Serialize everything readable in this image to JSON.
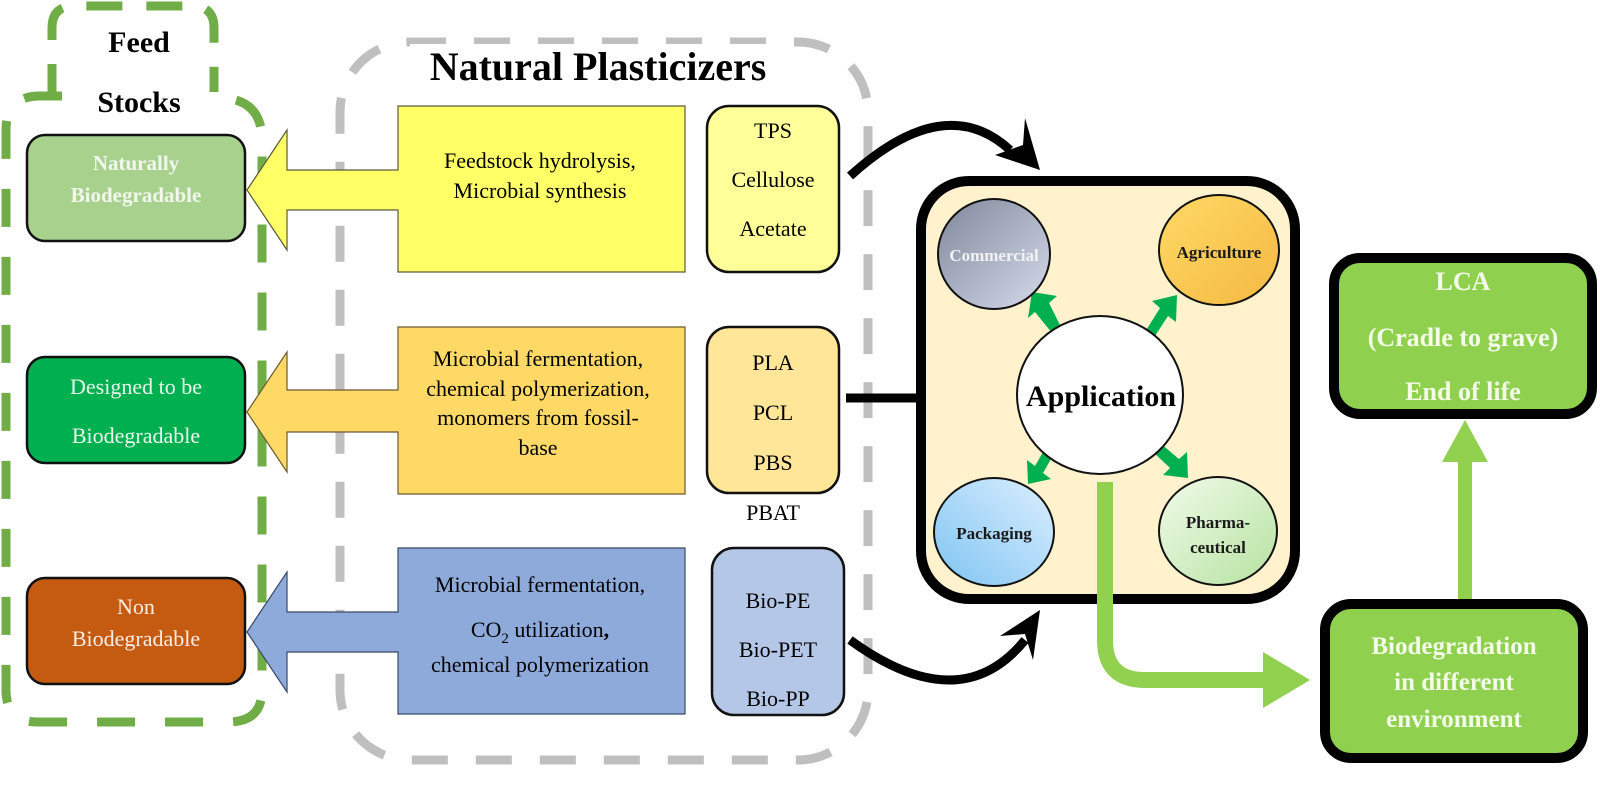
{
  "feedstocks": {
    "title_line1": "Feed",
    "title_line2": "Stocks",
    "border_color": "#70ad47",
    "items": [
      {
        "line1": "Naturally",
        "line2": "Biodegradable",
        "fill": "#a9d18e",
        "text_color": "#f2f7ee"
      },
      {
        "line1": "Designed to be",
        "line2": "Biodegradable",
        "fill": "#00b050",
        "text_color": "#e8f7ec"
      },
      {
        "line1": "Non",
        "line2": "Biodegradable",
        "fill": "#c55a11",
        "text_color": "#fbeee4"
      }
    ]
  },
  "natural_plasticizers": {
    "title": "Natural Plasticizers",
    "border_color": "#bfbfbf",
    "rows": [
      {
        "process_lines": [
          "Feedstock hydrolysis,",
          "Microbial synthesis"
        ],
        "process_fill": "#ffff66",
        "materials": [
          "TPS",
          "Cellulose",
          "Acetate"
        ],
        "materials_fill": "#ffff99",
        "extra": ""
      },
      {
        "process_lines": [
          "Microbial fermentation,",
          "chemical polymerization,",
          "monomers from fossil-",
          "base"
        ],
        "process_fill": "#ffd966",
        "materials": [
          "PLA",
          "PCL",
          "PBS"
        ],
        "materials_fill": "#ffe699",
        "extra": "PBAT"
      },
      {
        "process_lines": [
          "Microbial fermentation,",
          "CO2 utilization,",
          "chemical polymerization"
        ],
        "process_line2_parts": {
          "pre": "CO",
          "sub": "2",
          "post": " utilization",
          "comma": ","
        },
        "process_fill": "#8eaadb",
        "materials": [
          "Bio-PE",
          "Bio-PET",
          "Bio-PP"
        ],
        "materials_fill": "#b4c7e7",
        "extra": ""
      }
    ]
  },
  "application": {
    "center_label": "Application",
    "panel_fill": "#fff2cc",
    "arrow_color": "#00b050",
    "nodes": [
      {
        "label": "Commercial",
        "text_color": "#f2f2f2"
      },
      {
        "label": "Agriculture",
        "text_color": "#1a1a1a"
      },
      {
        "label": "Packaging",
        "text_color": "#1a1a1a"
      },
      {
        "label_line1": "Pharma-",
        "label_line2": "ceutical",
        "text_color": "#1a1a1a"
      }
    ]
  },
  "end_of_life": {
    "fill": "#8fd14f",
    "flow_color": "#92d050",
    "lca_lines": [
      "LCA",
      "(Cradle to grave)",
      "End of life"
    ],
    "biodeg_lines": [
      "Biodegradation",
      "in different",
      "environment"
    ]
  }
}
